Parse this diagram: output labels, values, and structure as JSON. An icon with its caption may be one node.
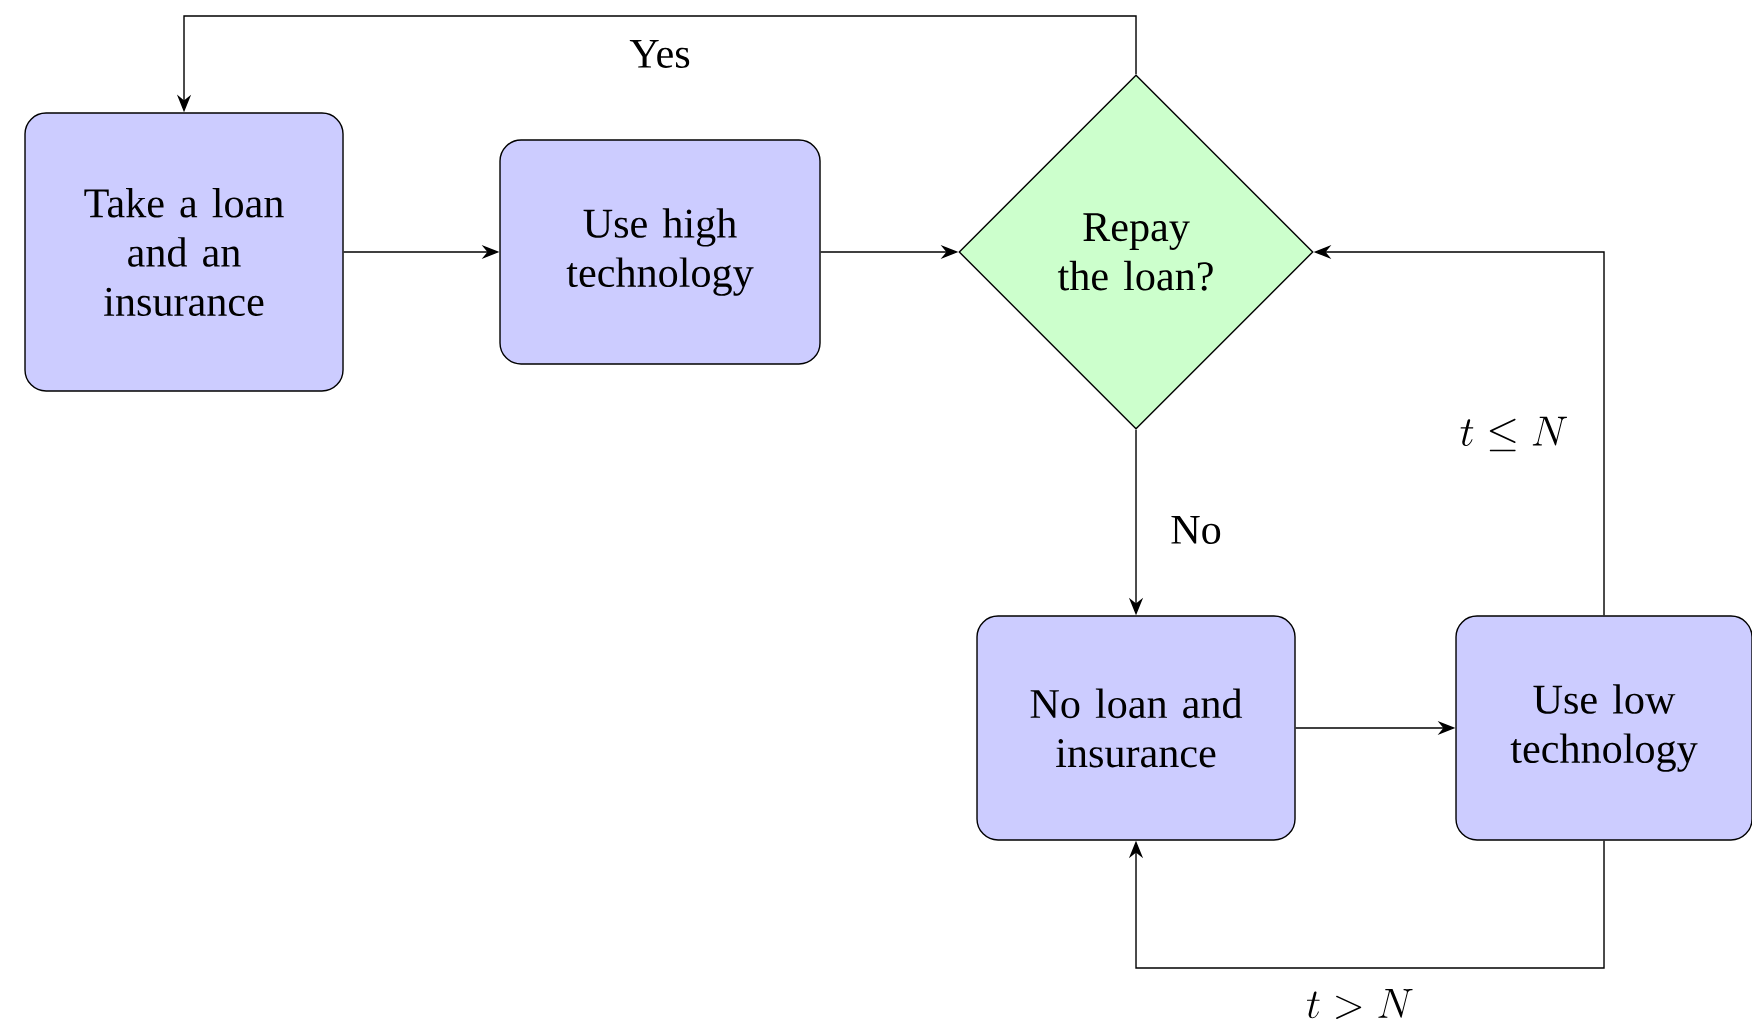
{
  "diagram": {
    "nodes": [
      {
        "text": [
          "Take a loan and an insurance"
        ]
      },
      {
        "text": [
          "Use high technology"
        ]
      },
      {
        "text": [
          "Repay the loan?"
        ]
      },
      {
        "text": [
          "No loan and insurance"
        ]
      },
      {
        "text": [
          "Use low technology"
        ]
      }
    ],
    "edges": [
      {
        "from": 0,
        "to": 1,
        "arrow": "to"
      },
      {
        "from": 1,
        "to": 2,
        "arrow": "to"
      },
      {
        "from": 2,
        "to": 0,
        "arrow": "to",
        "label": "Yes"
      },
      {
        "from": 2,
        "to": 3,
        "arrow": "to",
        "label": "No"
      },
      {
        "from": 3,
        "to": 4,
        "arrow": "to"
      },
      {
        "from": 4,
        "to": 2,
        "arrow": "to",
        "label": "t \\leq N"
      },
      {
        "from": 4,
        "to": 3,
        "arrow": "to",
        "label": "t > N"
      }
    ]
  }
}
